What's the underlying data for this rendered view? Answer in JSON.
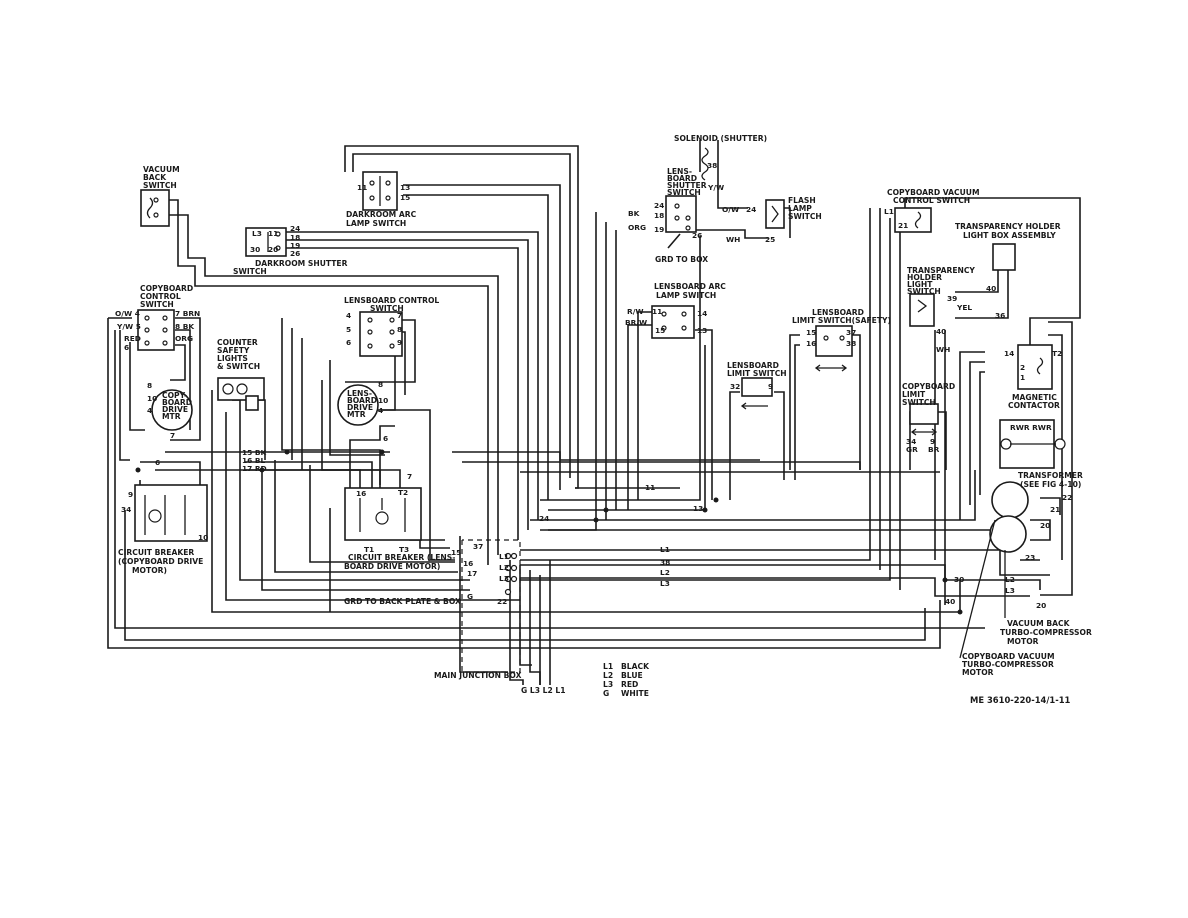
{
  "labels": {
    "vacuum_back_switch": [
      "VACUUM",
      "BACK",
      "SWITCH"
    ],
    "darkroom_arc_lamp_switch": [
      "DARKROOM ARC",
      "LAMP SWITCH"
    ],
    "darkroom_shutter_switch": [
      "DARKROOM SHUTTER",
      "SWITCH"
    ],
    "solenoid_shutter": "SOLENOID (SHUTTER)",
    "lensboard_shutter_switch": [
      "LENS-",
      "BOARD",
      "SHUTTER",
      "SWITCH"
    ],
    "flash_lamp_switch": [
      "FLASH",
      "LAMP",
      "SWITCH"
    ],
    "grd_to_box": "GRD TO BOX",
    "copyboard_vacuum_control_switch": [
      "COPYBOARD VACUUM",
      "CONTROL SWITCH"
    ],
    "transparency_holder_light_box": [
      "TRANSPARENCY HOLDER",
      "LIGHT BOX ASSEMBLY"
    ],
    "copyboard_control_switch": [
      "COPYBOARD",
      "CONTROL",
      "SWITCH"
    ],
    "lensboard_control_switch": [
      "LENSBOARD CONTROL",
      "SWITCH"
    ],
    "counter_safety_lights": [
      "COUNTER",
      "SAFETY",
      "LIGHTS",
      "& SWITCH"
    ],
    "lensboard_arc_lamp_switch": [
      "LENSBOARD ARC",
      "LAMP SWITCH"
    ],
    "lensboard_limit_switch_safety": [
      "LENSBOARD",
      "LIMIT SWITCH(SAFETY)"
    ],
    "lensboard_limit_switch": [
      "LENSBOARD",
      "LIMIT SWITCH"
    ],
    "transparency_holder_light_switch": [
      "TRANSPARENCY",
      "HOLDER",
      "LIGHT",
      "SWITCH"
    ],
    "copyboard_limit_switch": [
      "COPYBOARD",
      "LIMIT",
      "SWITCH"
    ],
    "magnetic_contactor": [
      "MAGNETIC",
      "CONTACTOR"
    ],
    "copyboard_drive_motor": [
      "COPY-",
      "BOARD",
      "DRIVE",
      "MTR"
    ],
    "lensboard_drive_motor": [
      "LENS-",
      "BOARD",
      "DRIVE",
      "MTR"
    ],
    "transformer": [
      "TRANSFORMER",
      "(SEE FIG 4-10)"
    ],
    "circuit_breaker_copyboard": [
      "CIRCUIT BREAKER",
      "(COPYBOARD DRIVE",
      "MOTOR)"
    ],
    "circuit_breaker_lensboard": [
      "CIRCUIT BREAKER (LENS-",
      "BOARD DRIVE MOTOR)"
    ],
    "grd_to_back_plate": "GRD TO BACK PLATE & BOX",
    "main_junction_box": "MAIN JUNCTION BOX",
    "vacuum_back_turbo": [
      "VACUUM BACK",
      "TURBO-COMPRESSOR",
      "MOTOR"
    ],
    "copyboard_vacuum_turbo": [
      "COPYBOARD VACUUM",
      "TURBO-COMPRESSOR",
      "MOTOR"
    ],
    "figure_id": "ME 3610-220-14/1-11",
    "supply_leads": "G L3 L2 L1"
  },
  "legend": [
    {
      "code": "L1",
      "color": "BLACK"
    },
    {
      "code": "L2",
      "color": "BLUE"
    },
    {
      "code": "L3",
      "color": "RED"
    },
    {
      "code": "G",
      "color": "WHITE"
    }
  ],
  "wire_labels": {
    "ow4": "O/W 4",
    "yw5": "Y/W 5",
    "red": "RED",
    "w7brn": "7 BRN",
    "w8bk": "8 BK",
    "org": "ORG",
    "n4": "4",
    "n5": "5",
    "n6": "6",
    "n7": "7",
    "n8": "8",
    "n9": "9",
    "n10": "10",
    "n11": "11",
    "n12": "12",
    "n13": "13",
    "n14": "14",
    "n15": "15",
    "n16": "16",
    "n17": "17",
    "n18": "18",
    "n19": "19",
    "n20": "20",
    "n21": "21",
    "n22": "22",
    "n23": "23",
    "n24": "24",
    "n25": "25",
    "n26": "26",
    "n30": "30",
    "n32": "32",
    "n34": "34",
    "n36": "36",
    "n37": "37",
    "n38": "38",
    "n39": "39",
    "n40": "40",
    "w15bk": "15 BK",
    "w16bl": "16 BL",
    "w17rd": "17 RD",
    "bk": "BK",
    "orgw": "ORG",
    "ow": "O/W",
    "wh": "WH",
    "yel": "YEL",
    "rw": "R/W",
    "brw": "BR/W",
    "gr": "GR",
    "br": "BR",
    "yw": "Y/W",
    "L1": "L1",
    "L2": "L2",
    "L3": "L3",
    "T1": "T1",
    "T2": "T2",
    "T3": "T3",
    "rwr": "RWR RWR",
    "g": "G"
  }
}
